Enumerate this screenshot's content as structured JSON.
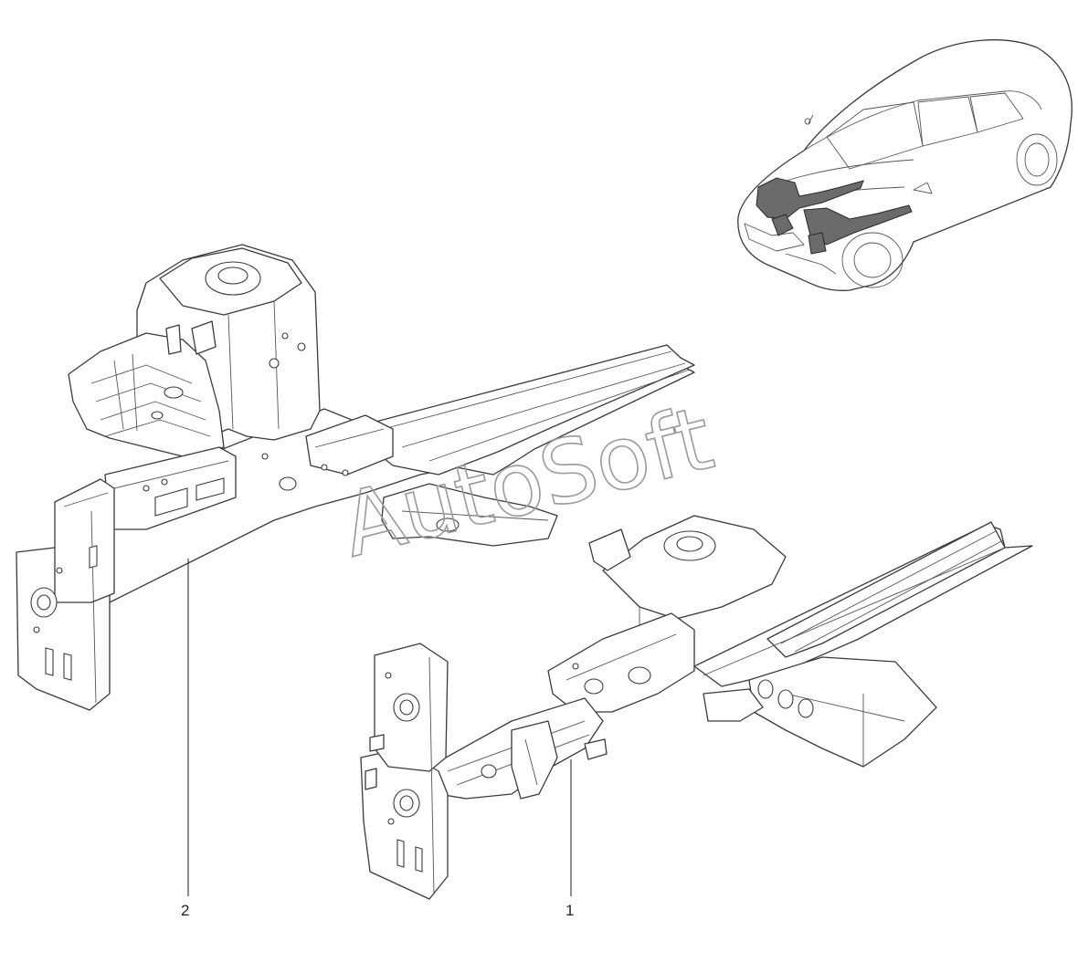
{
  "diagram": {
    "watermark": "AutoSoft",
    "callouts": [
      {
        "id": "callout-1",
        "label": "1"
      },
      {
        "id": "callout-2",
        "label": "2"
      }
    ]
  }
}
